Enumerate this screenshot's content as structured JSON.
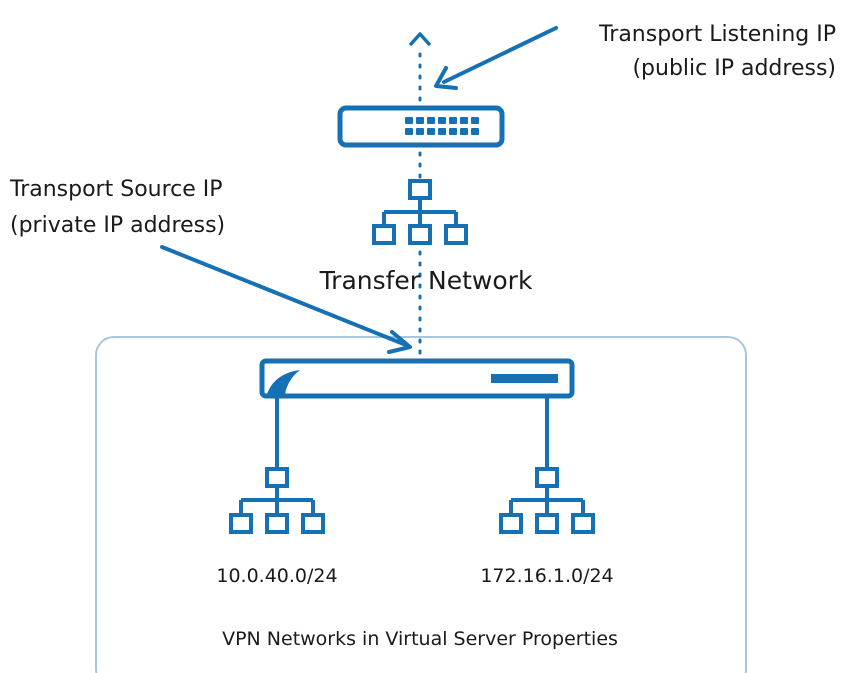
{
  "labels": {
    "transport_listening_line1": "Transport Listening IP",
    "transport_listening_line2": "(public IP address)",
    "transport_source_line1": "Transport Source IP",
    "transport_source_line2": "(private IP address)",
    "transfer_network": "Transfer Network",
    "network_left": "10.0.40.0/24",
    "network_right": "172.16.1.0/24",
    "vpn_box_caption": "VPN Networks in Virtual Server Properties"
  },
  "colors": {
    "accent": "#1670b4",
    "box_border": "#a8c7df",
    "text": "#1a1a1a"
  },
  "icons": [
    "network-switch-icon",
    "firewall-appliance-icon",
    "network-topology-icon"
  ]
}
